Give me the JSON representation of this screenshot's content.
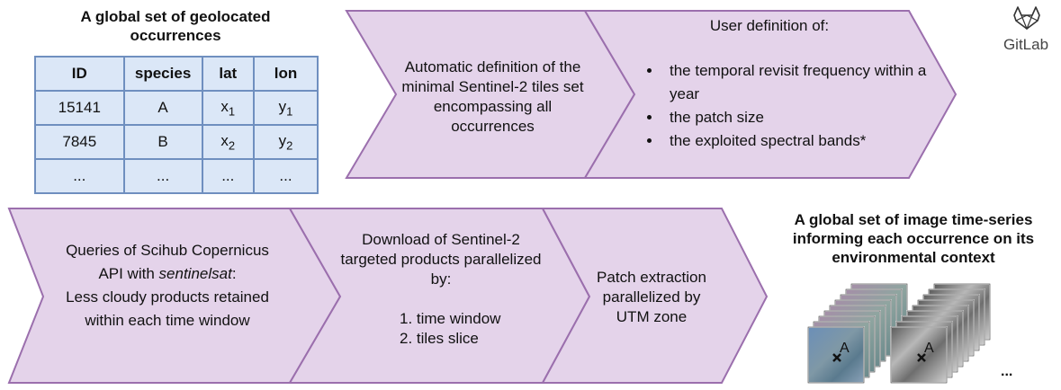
{
  "occurrences": {
    "title": "A global set of geolocated occurrences",
    "headers": [
      "ID",
      "species",
      "lat",
      "lon"
    ],
    "rows": [
      [
        {
          "t": "15141"
        },
        {
          "t": "A"
        },
        {
          "t": "x",
          "s": "1"
        },
        {
          "t": "y",
          "s": "1"
        }
      ],
      [
        {
          "t": "7845"
        },
        {
          "t": "B"
        },
        {
          "t": "x",
          "s": "2"
        },
        {
          "t": "y",
          "s": "2"
        }
      ],
      [
        {
          "t": "..."
        },
        {
          "t": "..."
        },
        {
          "t": "..."
        },
        {
          "t": "..."
        }
      ]
    ]
  },
  "step_auto": {
    "text": "Automatic definition of the minimal Sentinel-2 tiles set encompassing all occurrences"
  },
  "step_user": {
    "heading": "User definition of:",
    "bullets": [
      "the temporal revisit frequency within a year",
      "the patch size",
      "the exploited spectral bands*"
    ]
  },
  "gitlab": {
    "label": "GitLab",
    "icon": "gitlab-icon"
  },
  "step_query": {
    "line1": "Queries of Scihub Copernicus",
    "line2_prefix": "API with ",
    "line2_italic": "sentinelsat",
    "line2_suffix": ":",
    "rest": "Less cloudy products retained within each time window"
  },
  "step_download": {
    "intro": "Download of Sentinel-2 targeted products parallelized by:",
    "items": [
      "1. time window",
      "2. tiles slice"
    ]
  },
  "step_patch": {
    "text": "Patch extraction parallelized by UTM zone"
  },
  "output": {
    "title": "A global set of image time-series informing each occurrence on its environmental context",
    "marker_label_left": "A",
    "marker_label_right": "A",
    "ellipsis": "..."
  },
  "colors": {
    "arrow_fill": "#e4d3ea",
    "arrow_stroke": "#9b6fad",
    "table_fill": "#dbe7f7",
    "table_stroke": "#6f8fbf"
  }
}
